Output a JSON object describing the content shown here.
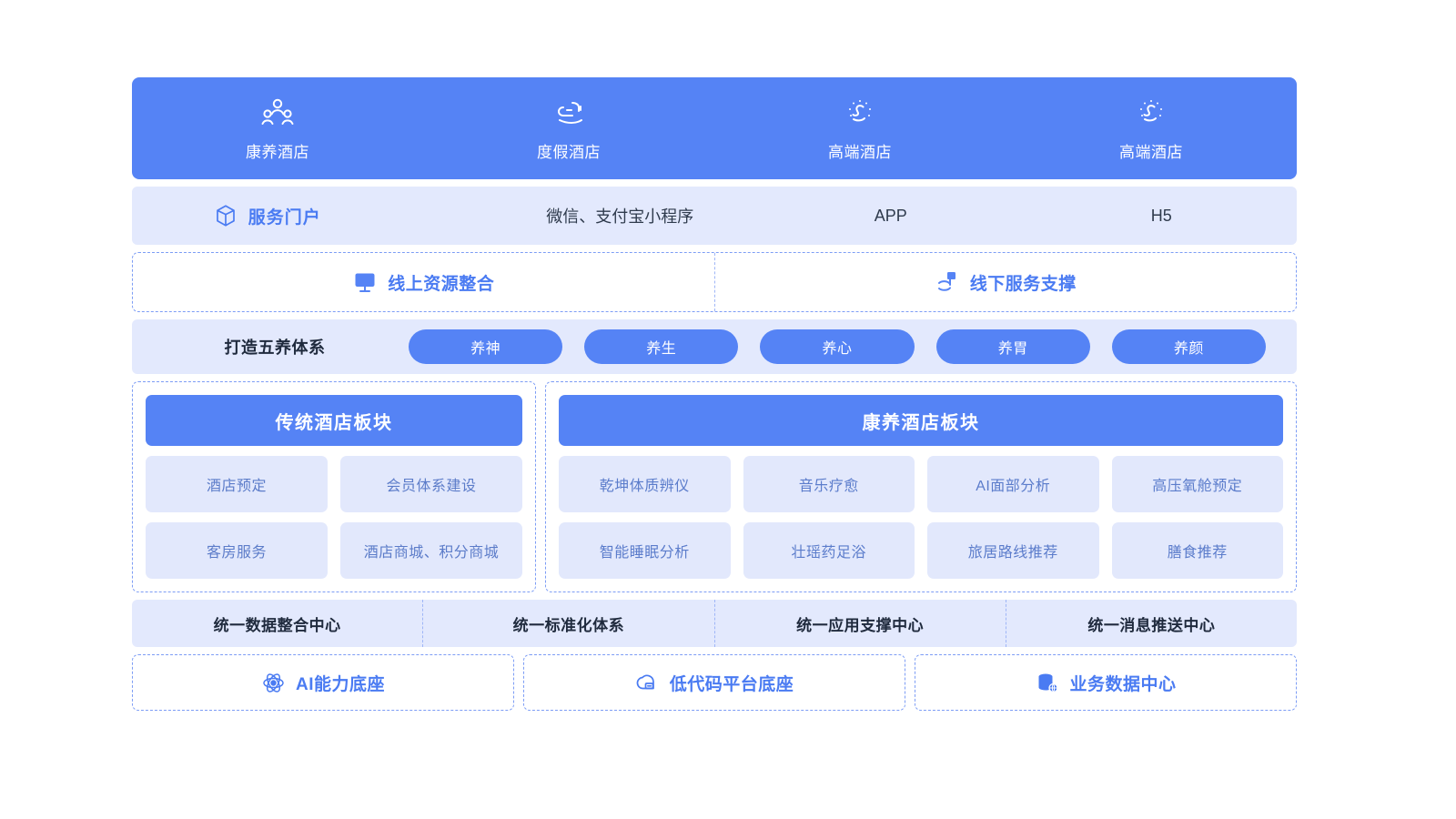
{
  "theme": {
    "primary_blue": "#5583f5",
    "light_blue_bg": "#e3e9fd",
    "chip_bg": "#e2e8fc",
    "link_blue": "#4a7bf2",
    "dark_text": "#1f2a3d"
  },
  "hotel_types": {
    "items": [
      {
        "label": "康养酒店",
        "icon": "people-group-icon"
      },
      {
        "label": "度假酒店",
        "icon": "resort-lounge-icon"
      },
      {
        "label": "高端酒店",
        "icon": "sun-sparkle-icon"
      },
      {
        "label": "高端酒店",
        "icon": "sun-sparkle-icon"
      }
    ]
  },
  "portal": {
    "brand_label": "服务门户",
    "brand_icon": "cube-hexagon-icon",
    "channels": [
      "微信、支付宝小程序",
      "APP",
      "H5"
    ]
  },
  "resources": {
    "items": [
      {
        "label": "线上资源整合",
        "icon": "monitor-icon"
      },
      {
        "label": "线下服务支撑",
        "icon": "service-hand-icon"
      }
    ]
  },
  "five_system": {
    "title": "打造五养体系",
    "pills": [
      "养神",
      "养生",
      "养心",
      "养胃",
      "养颜"
    ]
  },
  "panels": [
    {
      "title": "传统酒店板块",
      "rows": [
        [
          "酒店预定",
          "会员体系建设"
        ],
        [
          "客房服务",
          "酒店商城、积分商城"
        ]
      ]
    },
    {
      "title": "康养酒店板块",
      "rows": [
        [
          "乾坤体质辨仪",
          "音乐疗愈",
          "AI面部分析",
          "高压氧舱预定"
        ],
        [
          "智能睡眠分析",
          "壮瑶药足浴",
          "旅居路线推荐",
          "膳食推荐"
        ]
      ]
    }
  ],
  "unified": {
    "items": [
      "统一数据整合中心",
      "统一标准化体系",
      "统一应用支撑中心",
      "统一消息推送中心"
    ]
  },
  "foundation": {
    "items": [
      {
        "label": "AI能力底座",
        "icon": "atom-icon"
      },
      {
        "label": "低代码平台底座",
        "icon": "lowcode-cloud-icon"
      },
      {
        "label": "业务数据中心",
        "icon": "database-icon"
      }
    ]
  }
}
